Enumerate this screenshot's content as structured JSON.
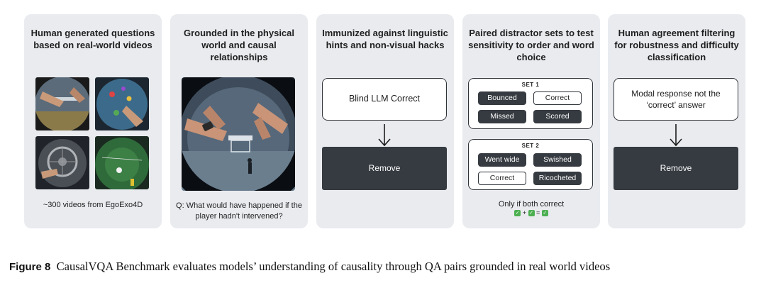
{
  "panels": [
    {
      "title": "Human generated questions based on real-world videos",
      "footer": "~300 videos from EgoExo4D"
    },
    {
      "title": "Grounded in the physical world and causal relationships",
      "footer": "Q: What would have happened if the player hadn't intervened?"
    },
    {
      "title": "Immunized against linguistic hints and non-visual hacks",
      "box_label": "Blind LLM Correct",
      "action_label": "Remove"
    },
    {
      "title": "Paired distractor sets to test sensitivity to order and word choice",
      "set1": {
        "label": "SET 1",
        "options": [
          "Bounced",
          "Correct",
          "Missed",
          "Scored"
        ]
      },
      "set2": {
        "label": "SET 2",
        "options": [
          "Went wide",
          "Swished",
          "Correct",
          "Ricocheted"
        ]
      },
      "footer": "Only if both correct",
      "equation": [
        "✓",
        "+",
        "✓",
        "=",
        "✓"
      ]
    },
    {
      "title": "Human agreement filtering for robustness and difficulty classification",
      "box_label": "Modal response not the ‘correct’ answer",
      "action_label": "Remove"
    }
  ],
  "caption": {
    "label": "Figure 8",
    "text": "CausalVQA Benchmark evaluates models’ understanding of causality through QA pairs grounded in real world videos"
  },
  "colors": {
    "panel_bg": "#e9ebef",
    "dark_box": "#363b41",
    "check_green": "#4caf50"
  }
}
